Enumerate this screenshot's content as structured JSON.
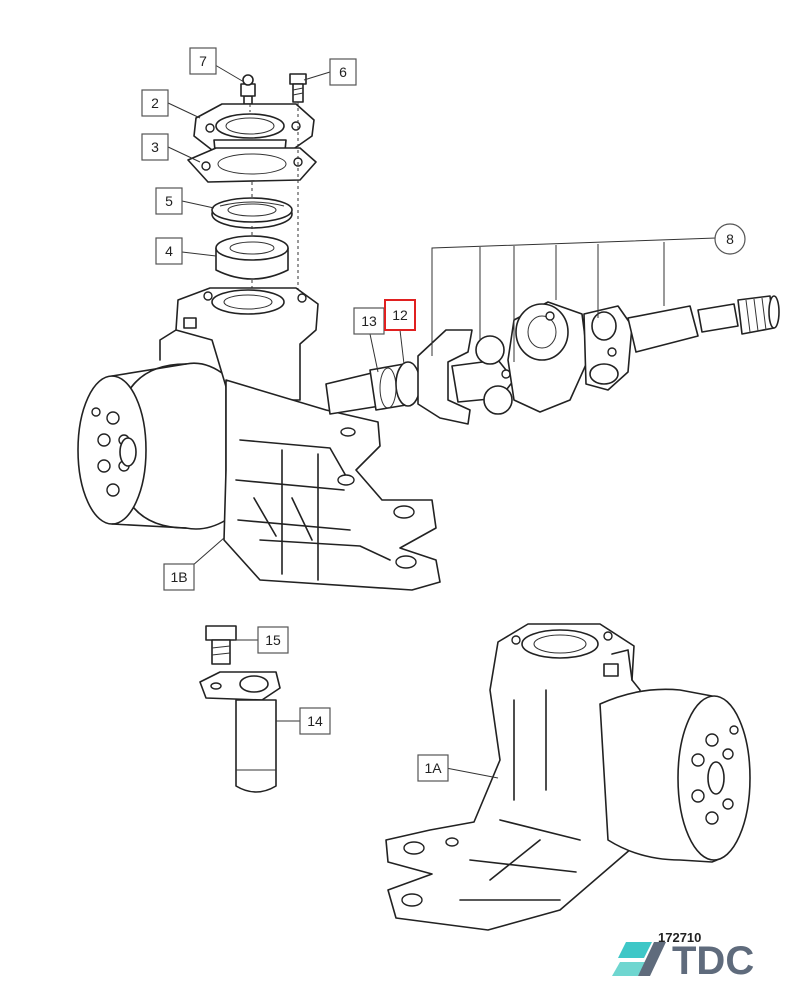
{
  "labels": {
    "l7": "7",
    "l6": "6",
    "l2": "2",
    "l3": "3",
    "l5": "5",
    "l4": "4",
    "l8": "8",
    "l13": "13",
    "l12": "12",
    "l1b": "1B",
    "l15": "15",
    "l14": "14",
    "l1a": "1A"
  },
  "figure_number": "172710",
  "highlighted_part": "12",
  "watermark": {
    "logo_text": "TDC",
    "icon": "tdc-logo-icon",
    "color": "#5f6b7c",
    "accent": "#3ec7c7"
  },
  "highlight_color": "#e02020"
}
